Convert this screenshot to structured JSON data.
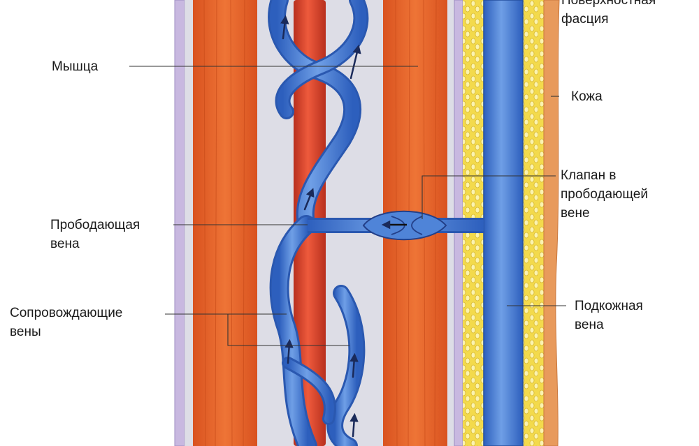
{
  "labels": {
    "muscle": "Мышца",
    "perforating_vein": [
      "Прободающая",
      "вена"
    ],
    "comitant_veins": [
      "Сопровождающие",
      "вены"
    ],
    "superficial_fascia": [
      "Поверхностная",
      "фасция"
    ],
    "skin": "Кожа",
    "perforator_valve": [
      "Клапан в",
      "прободающей",
      "вене"
    ],
    "saphenous_vein": [
      "Подкожная",
      "вена"
    ]
  },
  "colors": {
    "muscle": "#e8642a",
    "muscle_dark": "#d24f1c",
    "fascia_sheath": "#dcdce4",
    "fascia_outline": "#b8a8d0",
    "artery": "#d8432c",
    "vein": "#4a7fd6",
    "vein_dark": "#2c5cb8",
    "fat": "#f2d84a",
    "skin": "#e89a5c",
    "leader_line": "#333333"
  }
}
